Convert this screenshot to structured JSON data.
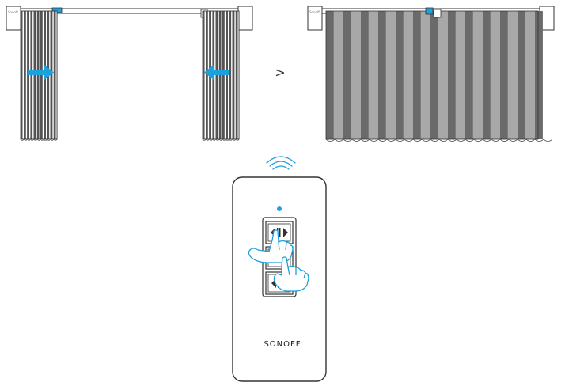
{
  "diagram": {
    "step_arrow": ">",
    "remote_brand": "SONOFF",
    "bracket_mark_left": "Sonoff",
    "bracket_mark_right": "Sonoff",
    "colors": {
      "accent_blue": "#1ea0dc",
      "outline": "#333333",
      "curtain_dark": "#555555",
      "curtain_light": "#a8a8a8",
      "curtain_fold_dark": "#6a6a6a"
    },
    "icons": {
      "open_arrow_left": "arrow-right-icon",
      "open_arrow_right": "arrow-left-icon",
      "wireless_signal": "wifi-signal-icon",
      "remote_buttons": [
        "open-curtain-icon",
        "pause-icon",
        "close-curtain-icon"
      ],
      "hand": "pointing-hand-icon"
    }
  }
}
